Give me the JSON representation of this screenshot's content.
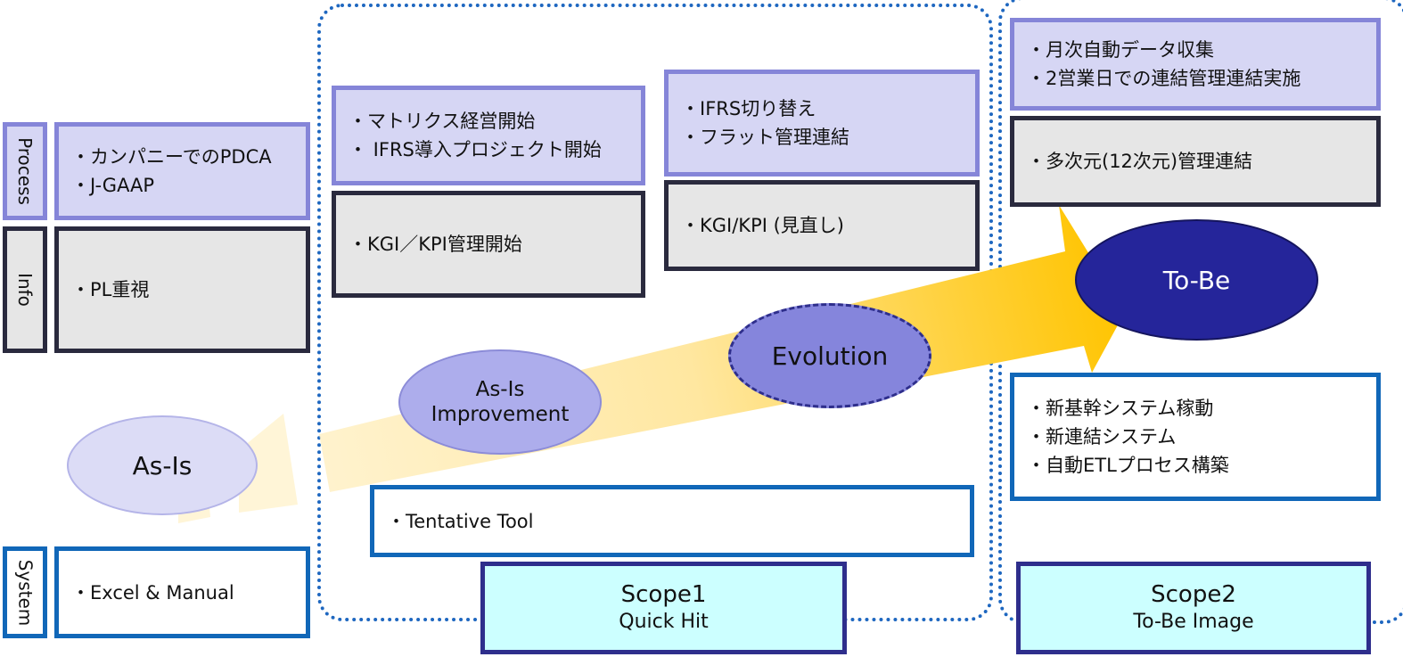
{
  "row_labels": {
    "process": "Process",
    "info": "Info",
    "system": "System"
  },
  "as_is": {
    "ellipse": "As-Is",
    "process_lines": [
      "・カンパニーでのPDCA",
      "・J-GAAP"
    ],
    "info_lines": [
      "・PL重視"
    ],
    "system_lines": [
      "・Excel & Manual"
    ]
  },
  "scope1": {
    "title": "Scope1",
    "subtitle": "Quick Hit",
    "improvement": {
      "ellipse_line1": "As-Is",
      "ellipse_line2": "Improvement",
      "process_lines": [
        "・マトリクス経営開始",
        "・ IFRS導入プロジェクト開始"
      ],
      "info_lines": [
        "・KGI／KPI管理開始"
      ]
    },
    "evolution": {
      "ellipse": "Evolution",
      "process_lines": [
        "・IFRS切り替え",
        "・フラット管理連結"
      ],
      "info_lines": [
        "・KGI/KPI (見直し)"
      ]
    },
    "system_lines": [
      "・Tentative Tool"
    ]
  },
  "scope2": {
    "title": "Scope2",
    "subtitle": "To-Be Image",
    "ellipse": "To-Be",
    "process_lines": [
      "・月次自動データ収集",
      "・2営業日での連結管理連結実施"
    ],
    "info_lines": [
      "・多次元(12次元)管理連結"
    ],
    "system_lines": [
      "・新基幹システム稼動",
      "・新連結システム",
      "・自動ETLプロセス構築"
    ]
  },
  "colors": {
    "process_fill": "#d6d6f4",
    "process_border": "#8585d8",
    "info_fill": "#e6e6e6",
    "info_border": "#2a2a3e",
    "system_border": "#1167b8",
    "scope_fill": "#ccffff",
    "scope_border": "#2e2e8c",
    "arrow_start": "#fff3d0",
    "arrow_end": "#ffc400",
    "tobe_fill": "#25259a"
  }
}
